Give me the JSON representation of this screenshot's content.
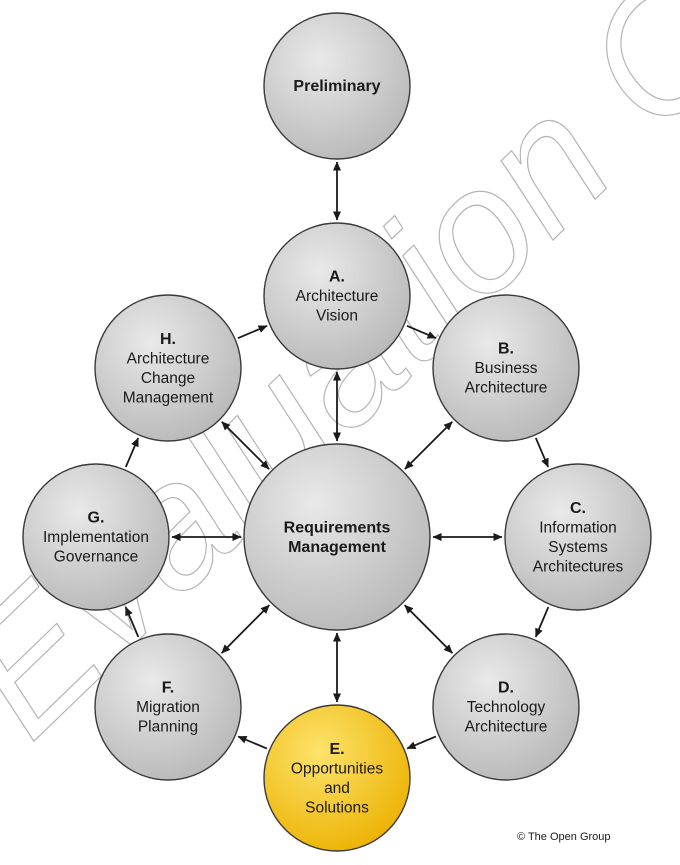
{
  "watermark": "Evaluation Copy",
  "copyright": "© The Open Group",
  "colors": {
    "phase_fill_light": "#e9e9e9",
    "phase_fill_dark": "#b7b7b7",
    "highlight_fill_light": "#fde36b",
    "highlight_fill_dark": "#ecb100",
    "outline": "#3a3a3a",
    "arrow": "#1a1a1a"
  },
  "nodes": {
    "preliminary": {
      "lines": [
        "Preliminary"
      ]
    },
    "a": {
      "lines": [
        "A.",
        "Architecture",
        "Vision"
      ]
    },
    "b": {
      "lines": [
        "B.",
        "Business",
        "Architecture"
      ]
    },
    "c": {
      "lines": [
        "C.",
        "Information",
        "Systems",
        "Architectures"
      ]
    },
    "d": {
      "lines": [
        "D.",
        "Technology",
        "Architecture"
      ]
    },
    "e": {
      "lines": [
        "E.",
        "Opportunities",
        "and",
        "Solutions"
      ],
      "highlighted": true
    },
    "f": {
      "lines": [
        "F.",
        "Migration",
        "Planning"
      ]
    },
    "g": {
      "lines": [
        "G.",
        "Implementation",
        "Governance"
      ]
    },
    "h": {
      "lines": [
        "H.",
        "Architecture",
        "Change",
        "Management"
      ]
    },
    "center": {
      "lines": [
        "Requirements",
        "Management"
      ]
    }
  },
  "edges": [
    {
      "from": "preliminary",
      "to": "a",
      "type": "double"
    },
    {
      "from": "a",
      "to": "b",
      "type": "single"
    },
    {
      "from": "b",
      "to": "c",
      "type": "single"
    },
    {
      "from": "c",
      "to": "d",
      "type": "single"
    },
    {
      "from": "d",
      "to": "e",
      "type": "single"
    },
    {
      "from": "e",
      "to": "f",
      "type": "single"
    },
    {
      "from": "f",
      "to": "g",
      "type": "single"
    },
    {
      "from": "g",
      "to": "h",
      "type": "single"
    },
    {
      "from": "h",
      "to": "a",
      "type": "single"
    },
    {
      "from": "center",
      "to": "a",
      "type": "double"
    },
    {
      "from": "center",
      "to": "b",
      "type": "double"
    },
    {
      "from": "center",
      "to": "c",
      "type": "double"
    },
    {
      "from": "center",
      "to": "d",
      "type": "double"
    },
    {
      "from": "center",
      "to": "e",
      "type": "double"
    },
    {
      "from": "center",
      "to": "f",
      "type": "double"
    },
    {
      "from": "center",
      "to": "g",
      "type": "double"
    },
    {
      "from": "center",
      "to": "h",
      "type": "double"
    }
  ]
}
